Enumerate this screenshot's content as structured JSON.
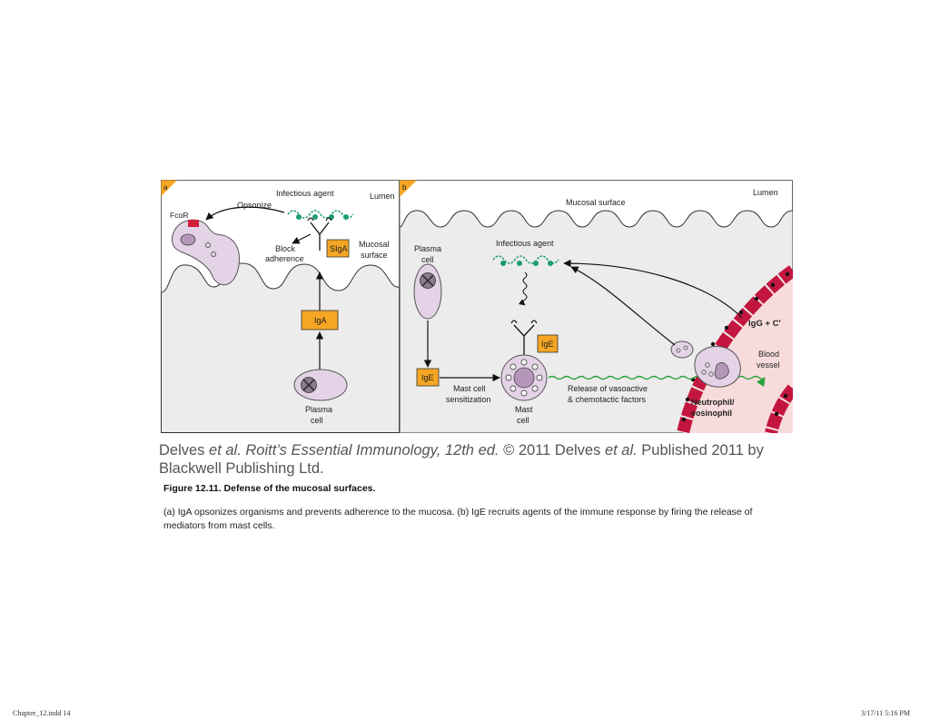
{
  "panel_a": {
    "tag": "a",
    "lumen": "Lumen",
    "infectious_agent": "Infectious agent",
    "opsonize": "Opsonize",
    "fc_receptor": "FcαR",
    "block_adherence_1": "Block",
    "block_adherence_2": "adherence",
    "siga": "SIgA",
    "mucosal_surface_1": "Mucosal",
    "mucosal_surface_2": "surface",
    "iga": "IgA",
    "plasma_cell_1": "Plasma",
    "plasma_cell_2": "cell"
  },
  "panel_b": {
    "tag": "b",
    "mucosal_surface": "Mucosal surface",
    "lumen": "Lumen",
    "plasma_cell_1": "Plasma",
    "plasma_cell_2": "cell",
    "infectious_agent": "Infectious agent",
    "ige_box": "IgE",
    "ige_label": "IgE",
    "sensitization_1": "Mast cell",
    "sensitization_2": "sensitization",
    "mast_cell_1": "Mast",
    "mast_cell_2": "cell",
    "release_1": "Release of vasoactive",
    "release_2": "& chemotactic factors",
    "igg": "IgG + C′",
    "blood_vessel_1": "Blood",
    "blood_vessel_2": "vessel",
    "neutrophil_1": "Neutrophil/",
    "neutrophil_2": "eosinophil"
  },
  "credit": {
    "part1": "Delves ",
    "part2": "et al. Roitt’s Essential Immunology, 12th ed.",
    "part3": " © 2011 Delves ",
    "part4": "et al.",
    "part5": " Published 2011 by Blackwell Publishing Ltd."
  },
  "caption": {
    "title": "Figure 12.11.  Defense of the mucosal surfaces.",
    "text": "(a) IgA opsonizes organisms and prevents adherence to the mucosa. (b) IgE recruits agents of the immune response by firing the release of mediators from mast cells."
  },
  "footer": {
    "left": "Chapter_12.indd  14",
    "right": "3/17/11  5:16 PM"
  },
  "colors": {
    "panel_bg": "#ececec",
    "orange": "#f5a623",
    "cell_fill": "#e4d2e6",
    "vessel_red": "#c3163f",
    "blood_pink": "#f8dcdc",
    "green": "#1a9e6e",
    "receptor_red": "#d21f3c",
    "wave_green": "#27a33b"
  }
}
